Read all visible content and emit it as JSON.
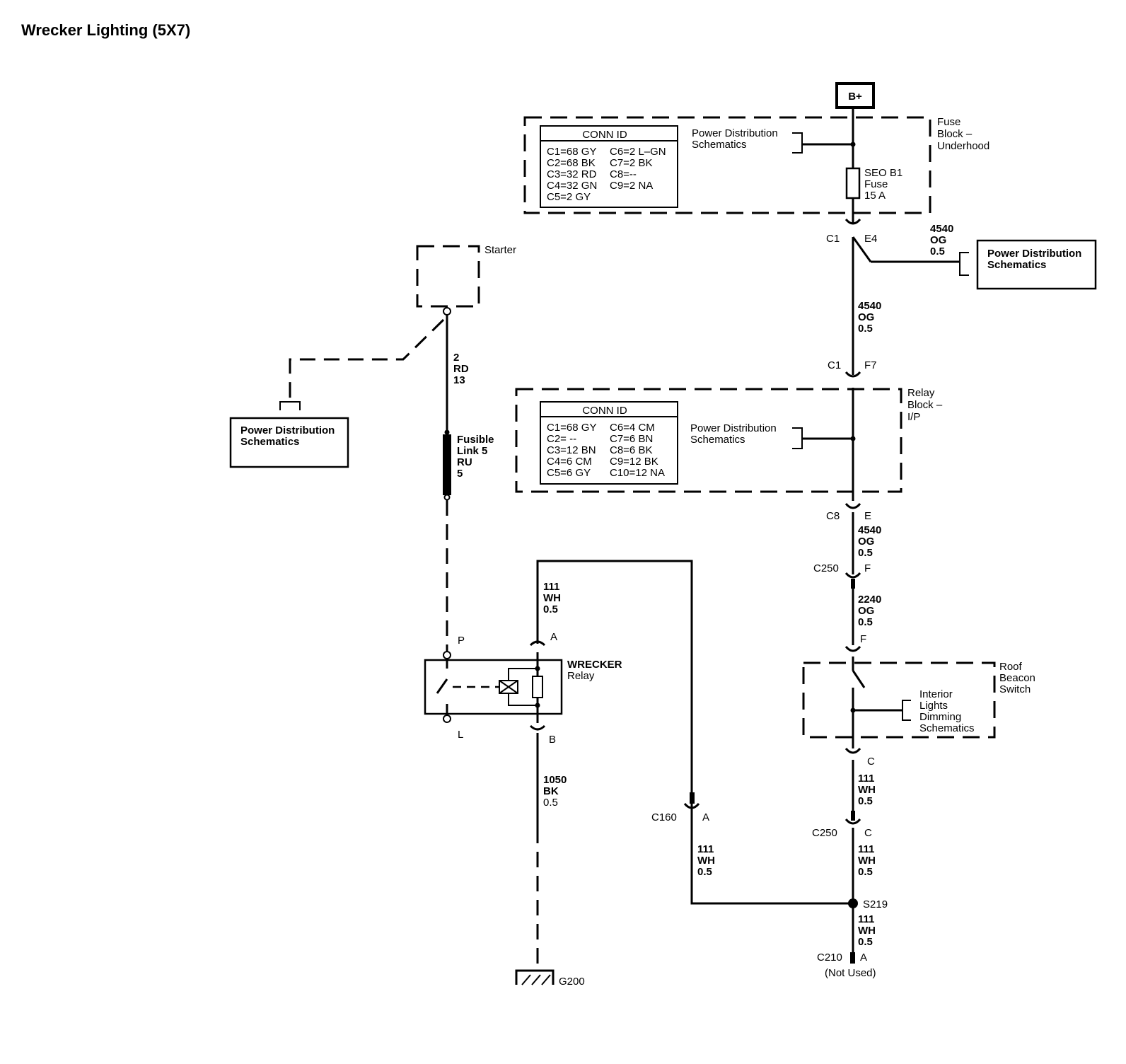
{
  "title": "Wrecker Lighting (5X7)",
  "b_plus": "B+",
  "fuse_block": {
    "label": [
      "Fuse",
      "Block –",
      "Underhood"
    ],
    "conn_id_title": "CONN ID",
    "conn_rows": [
      [
        "C1=68 GY",
        "C6=2 L–GN"
      ],
      [
        "C2=68 BK",
        "C7=2 BK"
      ],
      [
        "C3=32 RD",
        "C8=--"
      ],
      [
        "C4=32 GN",
        "C9=2 NA"
      ],
      [
        "C5=2 GY",
        ""
      ]
    ],
    "pd_ref": [
      "Power Distribution",
      "Schematics"
    ],
    "fuse_label": [
      "SEO B1",
      "Fuse",
      "15 A"
    ]
  },
  "connectors": {
    "c1_top": "C1",
    "e4": "E4",
    "c1_mid": "C1",
    "f7": "F7",
    "c8": "C8",
    "e": "E",
    "c250_top": "C250",
    "f_top": "F",
    "f_switch": "F",
    "c_switch": "C",
    "c250_bottom": "C250",
    "c_bottom": "C",
    "s219": "S219",
    "c210": "C210",
    "a_c210": "A",
    "not_used": "(Not Used)",
    "c160": "C160",
    "a_c160": "A",
    "relay_a": "A",
    "relay_b": "B",
    "relay_p": "P",
    "relay_l": "L",
    "g200": "G200"
  },
  "wires": {
    "w4540_branch": [
      "4540",
      "OG",
      "0.5"
    ],
    "w4540_a": [
      "4540",
      "OG",
      "0.5"
    ],
    "w4540_b": [
      "4540",
      "OG",
      "0.5"
    ],
    "w2240": [
      "2240",
      "OG",
      "0.5"
    ],
    "w111_c": [
      "111",
      "WH",
      "0.5"
    ],
    "w111_d": [
      "111",
      "WH",
      "0.5"
    ],
    "w111_s219": [
      "111",
      "WH",
      "0.5"
    ],
    "w111_c160": [
      "111",
      "WH",
      "0.5"
    ],
    "w111_relay": [
      "111",
      "WH",
      "0.5"
    ],
    "w1050": [
      "1050",
      "BK",
      "0.5"
    ],
    "w2rd": [
      "2",
      "RD",
      "13"
    ]
  },
  "pd_box_right": [
    "Power Distribution",
    "Schematics"
  ],
  "pd_box_left": [
    "Power Distribution",
    "Schematics"
  ],
  "starter": "Starter",
  "fusible_link": [
    "Fusible",
    "Link 5",
    "RU",
    "5"
  ],
  "relay_block": {
    "label": [
      "Relay",
      "Block –",
      "I/P"
    ],
    "conn_id_title": "CONN ID",
    "conn_rows": [
      [
        "C1=68 GY",
        "C6=4 CM"
      ],
      [
        "C2= --",
        "C7=6 BN"
      ],
      [
        "C3=12 BN",
        "C8=6 BK"
      ],
      [
        "C4=6 CM",
        "C9=12 BK"
      ],
      [
        "C5=6 GY",
        "C10=12 NA"
      ]
    ],
    "pd_ref": [
      "Power Distribution",
      "Schematics"
    ]
  },
  "wrecker_relay": [
    "WRECKER",
    "Relay"
  ],
  "roof_beacon": {
    "label": [
      "Roof",
      "Beacon",
      "Switch"
    ],
    "ref": [
      "Interior",
      "Lights",
      "Dimming",
      "Schematics"
    ]
  }
}
